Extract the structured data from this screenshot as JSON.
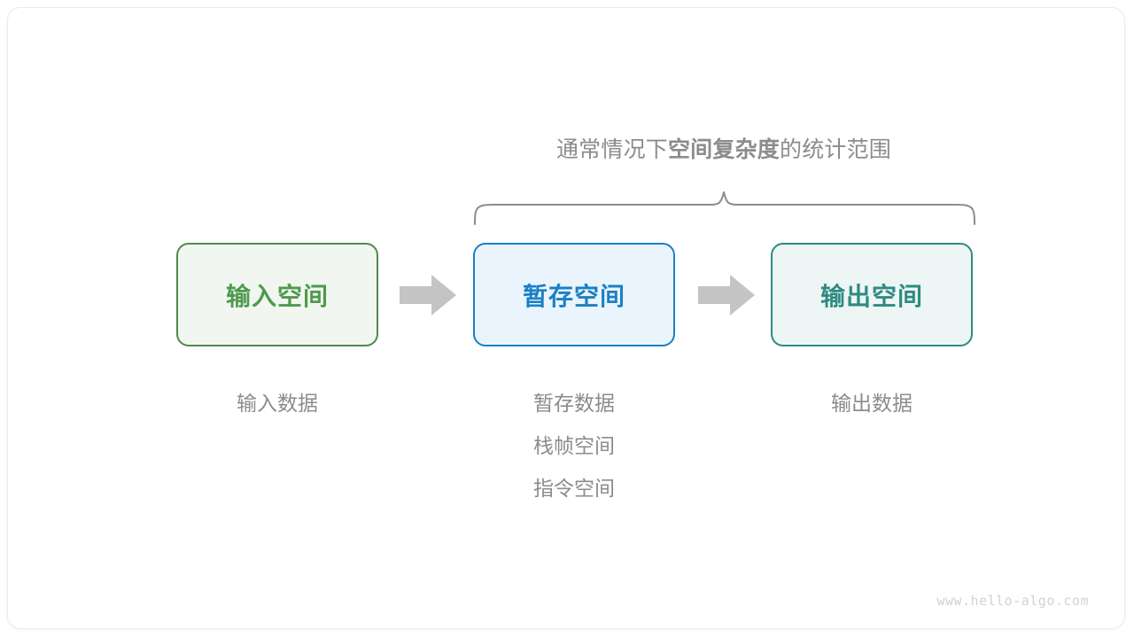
{
  "diagram": {
    "annotation": {
      "prefix": "通常情况下",
      "emphasis": "空间复杂度",
      "suffix": "的统计范围",
      "full_text": "通常情况下空间复杂度的统计范围",
      "color": "#8c8c8c"
    },
    "brace": {
      "name": "curly-brace",
      "color": "#8c8c8c",
      "spans": [
        "暂存空间",
        "输出空间"
      ]
    },
    "boxes": [
      {
        "id": "input-space",
        "label": "输入空间",
        "fill": "#f1f7f0",
        "border": "#4e8b4c",
        "text_color": "#4e9a4d"
      },
      {
        "id": "temp-space",
        "label": "暂存空间",
        "fill": "#eaf4fd",
        "border": "#1b80c4",
        "text_color": "#1b80c4"
      },
      {
        "id": "output-space",
        "label": "输出空间",
        "fill": "#edf6f4",
        "border": "#2e8b82",
        "text_color": "#2e8b82"
      }
    ],
    "arrows": [
      {
        "id": "arrow-input-to-temp",
        "color": "#c4c4c4",
        "direction": "right"
      },
      {
        "id": "arrow-temp-to-output",
        "color": "#c4c4c4",
        "direction": "right"
      }
    ],
    "captions": {
      "input": [
        "输入数据"
      ],
      "temp": [
        "暂存数据",
        "栈帧空间",
        "指令空间"
      ],
      "output": [
        "输出数据"
      ],
      "color": "#8c8c8c"
    },
    "watermark": "www.hello-algo.com"
  }
}
